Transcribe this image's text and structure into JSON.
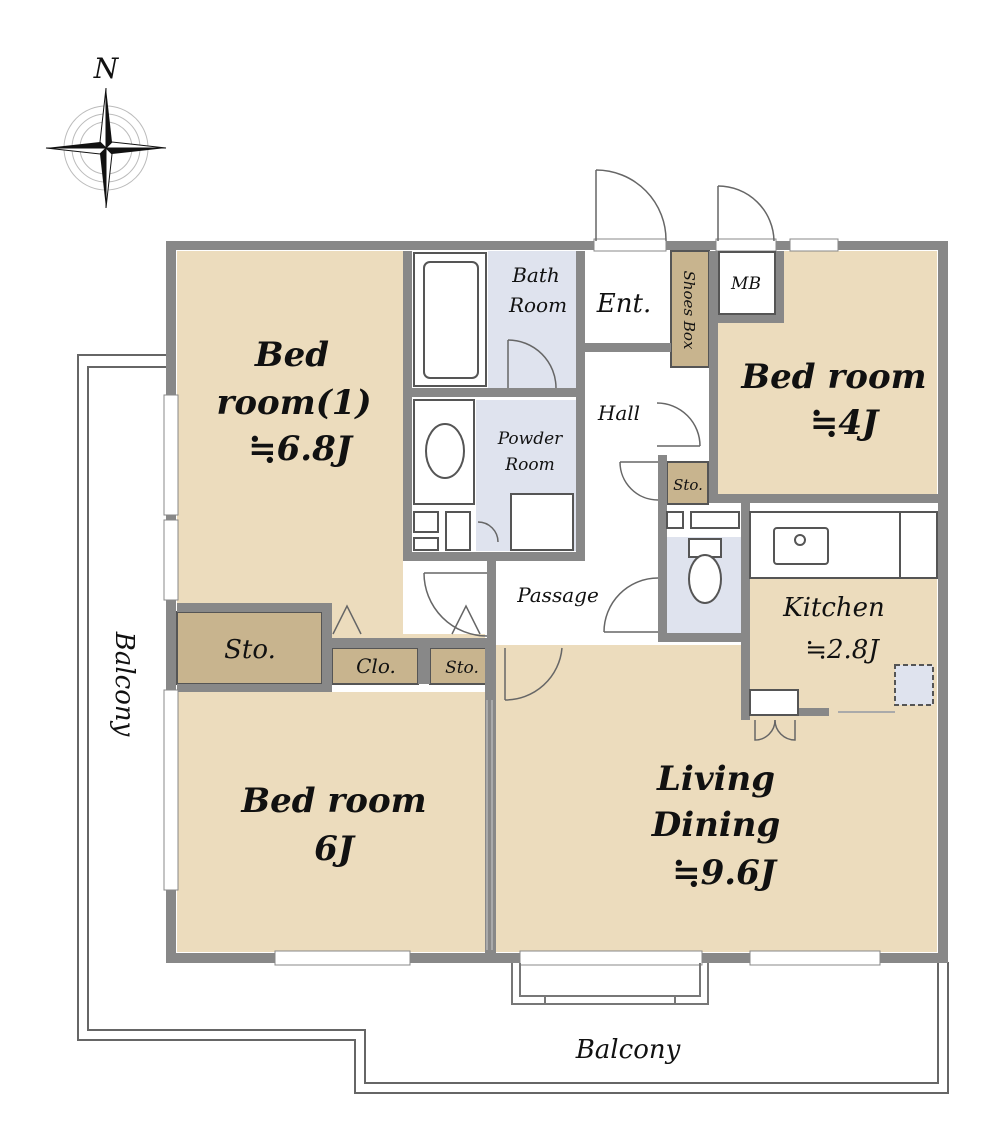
{
  "compass": {
    "north_label": "N"
  },
  "rooms": {
    "bed1": {
      "line1": "Bed",
      "line2": "room(1)",
      "line3": "≒6.8J"
    },
    "bed4": {
      "line1": "Bed room",
      "line2": "≒4J"
    },
    "bed6": {
      "line1": "Bed room",
      "line2": "6J"
    },
    "living": {
      "line1": "Living",
      "line2": "Dining",
      "line3": "≒9.6J"
    },
    "kitchen": {
      "line1": "Kitchen",
      "line2": "≒2.8J"
    },
    "bath": {
      "line1": "Bath",
      "line2": "Room"
    },
    "powder": {
      "line1": "Powder",
      "line2": "Room"
    },
    "entrance": "Ent.",
    "hall": "Hall",
    "passage": "Passage",
    "shoes_box": "Shoes Box",
    "mb": "MB",
    "storage_hall": "Sto.",
    "storage_left": "Sto.",
    "closet": "Clo.",
    "storage_small": "Sto."
  },
  "balcony": {
    "west": "Balcony",
    "south": "Balcony"
  },
  "colors": {
    "room_fill": "#ecdcbd",
    "storage_fill": "#c8b48e",
    "wet_fill": "#dfe3ee",
    "wall": "#777777",
    "floor": "#ffffff"
  }
}
